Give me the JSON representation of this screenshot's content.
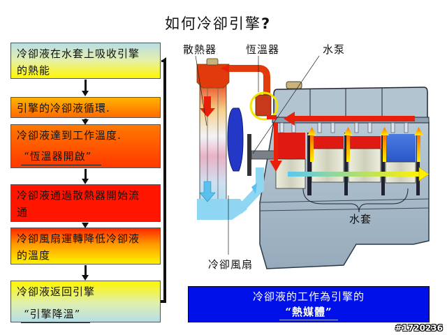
{
  "title": {
    "text": "如何冷卻引擎",
    "mark": "?"
  },
  "flow": {
    "steps": [
      {
        "id": "absorb",
        "lines": [
          "冷卻液在水套上吸收引擎",
          "的熱能"
        ]
      },
      {
        "id": "circulate",
        "lines": [
          "引擎的冷卻液循環."
        ]
      },
      {
        "id": "operating-temp",
        "lines": [
          "冷卻液達到工作溫度."
        ],
        "quote": "“恆溫器開啟”"
      },
      {
        "id": "radiator-flow",
        "lines": [
          "冷卻液通過散熱器開始流",
          "通"
        ]
      },
      {
        "id": "fan-cool",
        "lines": [
          "冷卻風扇運轉降低冷卻液",
          "的溫度"
        ]
      },
      {
        "id": "return",
        "lines": [
          "冷卻液返回引擎"
        ],
        "quote": "“引擎降溫”"
      }
    ],
    "colors": {
      "box_border": "#555555",
      "connector": "#111111"
    }
  },
  "diagram": {
    "labels": {
      "radiator": "散熱器",
      "thermostat": "恆溫器",
      "water_pump": "水泵",
      "water_jacket": "水套",
      "cooling_fan": "冷卻風扇"
    },
    "colors": {
      "hot": "#e8200a",
      "warm": "#ffb000",
      "cool": "#58c8f0",
      "engine_body": "#9fb4c4",
      "fan": "#2438c8",
      "highlight_ring": "#f2e600"
    }
  },
  "info_box": {
    "line1": "冷卻液的工作為引擎的",
    "line2": "“熱媒體”",
    "background": "#0010e8"
  },
  "watermark": "#1720236"
}
